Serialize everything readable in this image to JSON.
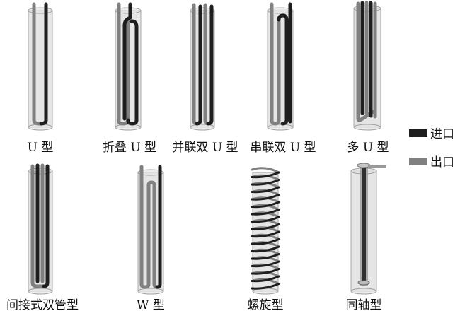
{
  "title": "地埋管换热器形式",
  "items": [
    {
      "label": "U 型"
    },
    {
      "label": "折叠 U 型"
    },
    {
      "label": "并联双 U 型"
    },
    {
      "label": "串联双 U 型"
    },
    {
      "label": "多 U 型"
    },
    {
      "label": "间接式双管型"
    },
    {
      "label": "W 型"
    },
    {
      "label": "螺旋型"
    },
    {
      "label": "同轴型"
    }
  ],
  "legend": [
    {
      "label": "进口",
      "color": "#1e1e1e"
    },
    {
      "label": "出口",
      "color": "#808080"
    }
  ]
}
